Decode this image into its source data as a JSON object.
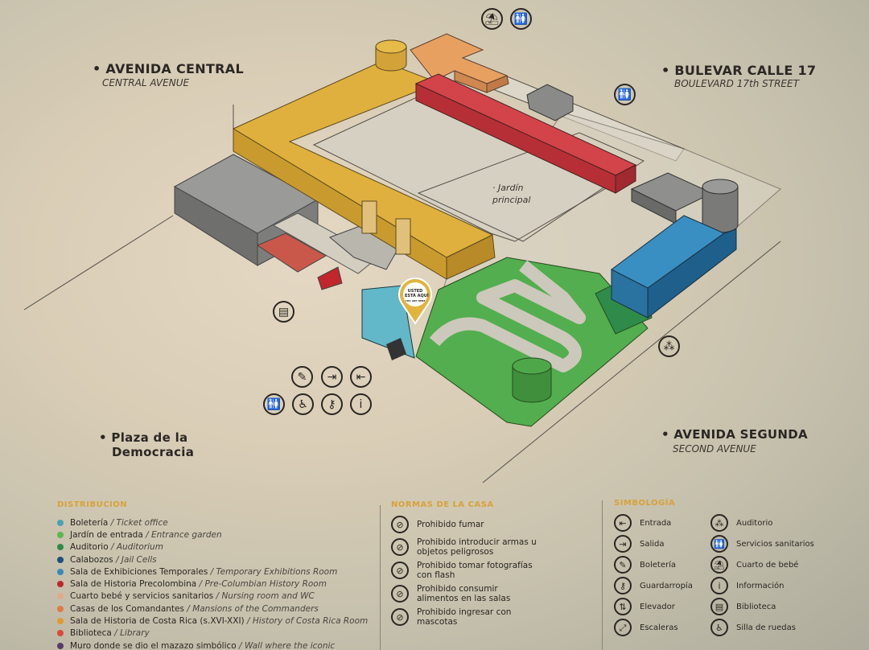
{
  "streets": {
    "central": {
      "es": "• AVENIDA CENTRAL",
      "en": "CENTRAL AVENUE"
    },
    "bulevar": {
      "es": "• BULEVAR CALLE 17",
      "en": "BOULEVARD 17th STREET"
    },
    "plaza": {
      "line1": "• Plaza de la",
      "line2": "Democracia"
    },
    "segunda": {
      "es": "• AVENIDA SEGUNDA",
      "en": "SECOND AVENUE"
    }
  },
  "garden": {
    "line1": "· Jardín",
    "line2": "principal"
  },
  "you_are_here": {
    "line1": "USTED",
    "line2": "ESTÁ AQUÍ",
    "line3": "YOU ARE HERE"
  },
  "map_icons": {
    "top": [
      "baby-changing-icon",
      "restroom-icon"
    ],
    "right": "restroom-icon",
    "library": "library-icon",
    "auditorium": "auditorium-icon",
    "cluster": [
      "ticket-icon",
      "exit-icon",
      "entrance-icon",
      "restroom-icon",
      "wheelchair-icon",
      "key-icon",
      "info-icon"
    ]
  },
  "colors": {
    "yellow": "#d9a935",
    "red": "#c8373d",
    "orange": "#e39a5c",
    "green": "#4aa84a",
    "blue": "#2f7fb5",
    "lightblue": "#5bb6c8",
    "gray": "#8d8d8b",
    "accent": "#d8a23a"
  },
  "legend": {
    "distribution": {
      "title": "DISTRIBUCIÓN",
      "items": [
        {
          "es": "Boletería",
          "en": "Ticket office",
          "color": "#4aa3b0"
        },
        {
          "es": "Jardín de entrada",
          "en": "Entrance garden",
          "color": "#5cb84a"
        },
        {
          "es": "Auditorio",
          "en": "Auditorium",
          "color": "#2e8b4a"
        },
        {
          "es": "Calabozos",
          "en": "Jail Cells",
          "color": "#1f4f7a"
        },
        {
          "es": "Sala de Exhibiciones Temporales",
          "en": "Temporary Exhibitions Room",
          "color": "#3a8ab8"
        },
        {
          "es": "Sala de Historia Precolombina",
          "en": "Pre-Columbian History Room",
          "color": "#c0262c"
        },
        {
          "es": "Cuarto bebé y servicios sanitarios",
          "en": "Nursing room and WC",
          "color": "#e2a988"
        },
        {
          "es": "Casas de los Comandantes",
          "en": "Mansions of the Commanders",
          "color": "#e07a45"
        },
        {
          "es": "Sala de Historia de Costa Rica (s.XVI-XXI)",
          "en": "History of Costa Rica Room",
          "color": "#e09a30"
        },
        {
          "es": "Biblioteca",
          "en": "Library",
          "color": "#d84a3a"
        },
        {
          "es": "Muro donde se dio el mazazo simbólico",
          "en": "Wall where the iconic",
          "color": "#5a3a6a"
        }
      ]
    },
    "rules": {
      "title": "NORMAS DE LA CASA",
      "items": [
        {
          "icon": "no-smoking-icon",
          "text": "Prohibido fumar"
        },
        {
          "icon": "no-weapons-icon",
          "text": "Prohibido introducir armas u objetos peligrosos"
        },
        {
          "icon": "no-flash-icon",
          "text": "Prohibido tomar fotografías con flash"
        },
        {
          "icon": "no-food-icon",
          "text": "Prohibido consumir alimentos en las salas"
        },
        {
          "icon": "no-pets-icon",
          "text": "Prohibido ingresar con mascotas"
        }
      ]
    },
    "symbols": {
      "title": "SIMBOLOGÍA",
      "col1": [
        {
          "icon": "entrance-icon",
          "text": "Entrada"
        },
        {
          "icon": "exit-icon",
          "text": "Salida"
        },
        {
          "icon": "ticket-icon",
          "text": "Boletería"
        },
        {
          "icon": "key-icon",
          "text": "Guardarropía"
        },
        {
          "icon": "elevator-icon",
          "text": "Elevador"
        },
        {
          "icon": "stairs-icon",
          "text": "Escaleras"
        }
      ],
      "col2": [
        {
          "icon": "auditorium-icon",
          "text": "Auditorio"
        },
        {
          "icon": "restroom-icon",
          "text": "Servicios sanitarios"
        },
        {
          "icon": "baby-changing-icon",
          "text": "Cuarto de bebé"
        },
        {
          "icon": "info-icon",
          "text": "Información"
        },
        {
          "icon": "library-icon",
          "text": "Biblioteca"
        },
        {
          "icon": "wheelchair-icon",
          "text": "Silla de ruedas"
        }
      ]
    }
  }
}
